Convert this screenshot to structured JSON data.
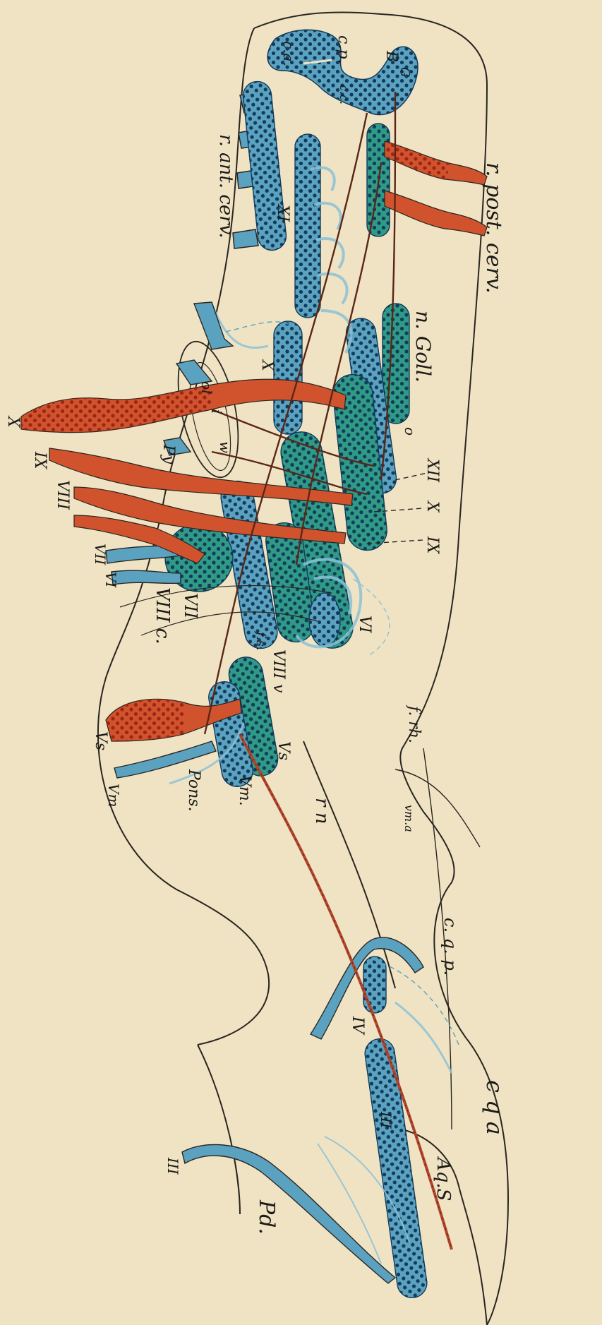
{
  "plate": {
    "background": "#efe3c4",
    "colors": {
      "motor_nuclei": "#5aa2c0",
      "sensory_nuclei": "#2f9a86",
      "sensory_ganglia": "#d0532e",
      "dots": "#123a5a",
      "outline": "#2a2620"
    },
    "labels": {
      "r_post_cerv": "r. post. cerv.",
      "r_ant_cerv": "r. ant. cerv.",
      "c_a": "c.a.",
      "c_p": "c.p.",
      "B": "B",
      "G": "G",
      "c_c": "c.c.",
      "XI": "XI",
      "n_goll": "n. Goll.",
      "o": "o",
      "X_root": "X",
      "X_nucleus": "X",
      "IX_root": "IX",
      "VIII_root": "VIII",
      "VII_root": "VII",
      "VI_root": "VI",
      "XII_dash": "XII",
      "X_dash": "X",
      "IX_dash": "IX",
      "ol": "ol",
      "i": "i",
      "w": "w",
      "Py": "Py",
      "VI_nucleus": "VI",
      "VII_nucleus": "VII",
      "VIII_c": "VIII c.",
      "VIII_v": "VIII v",
      "f_s": "f.s.",
      "Vs_nucleus": "Vs",
      "Vm_nucleus": "Vm.",
      "Vs_root": "Vs",
      "Vm_root": "Vm",
      "Pons": "Pons.",
      "f_rh": "f. rh.",
      "r_n": "r n",
      "vm_a": "vm.a",
      "c_q_p": "c. q. p.",
      "IV": "IV",
      "c_q_a": "c q a",
      "Aq_S": "Aq.S",
      "III_nucleus": "III",
      "III_root": "III",
      "Pd": "Pd."
    }
  }
}
